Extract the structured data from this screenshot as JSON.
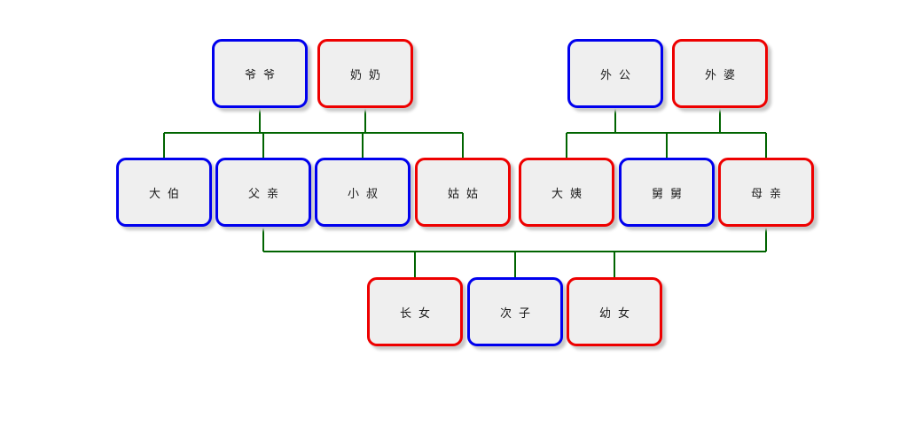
{
  "diagram": {
    "background": "#ffffff",
    "node_fill": "#efefef",
    "line_color": "#006400",
    "colors": {
      "blue": "#0000ee",
      "red": "#ee0000"
    },
    "nodes": [
      {
        "id": "paternal-grandfather",
        "label": "爷爷",
        "color": "blue"
      },
      {
        "id": "paternal-grandmother",
        "label": "奶奶",
        "color": "red"
      },
      {
        "id": "maternal-grandfather",
        "label": "外公",
        "color": "blue"
      },
      {
        "id": "maternal-grandmother",
        "label": "外婆",
        "color": "red"
      },
      {
        "id": "eldest-paternal-uncle",
        "label": "大伯",
        "color": "blue"
      },
      {
        "id": "father",
        "label": "父亲",
        "color": "blue"
      },
      {
        "id": "younger-paternal-uncle",
        "label": "小叔",
        "color": "blue"
      },
      {
        "id": "paternal-aunt",
        "label": "姑姑",
        "color": "red"
      },
      {
        "id": "eldest-maternal-aunt",
        "label": "大姨",
        "color": "red"
      },
      {
        "id": "maternal-uncle",
        "label": "舅舅",
        "color": "blue"
      },
      {
        "id": "mother",
        "label": "母亲",
        "color": "red"
      },
      {
        "id": "eldest-daughter",
        "label": "长女",
        "color": "red"
      },
      {
        "id": "second-son",
        "label": "次子",
        "color": "blue"
      },
      {
        "id": "youngest-daughter",
        "label": "幼女",
        "color": "red"
      }
    ]
  }
}
